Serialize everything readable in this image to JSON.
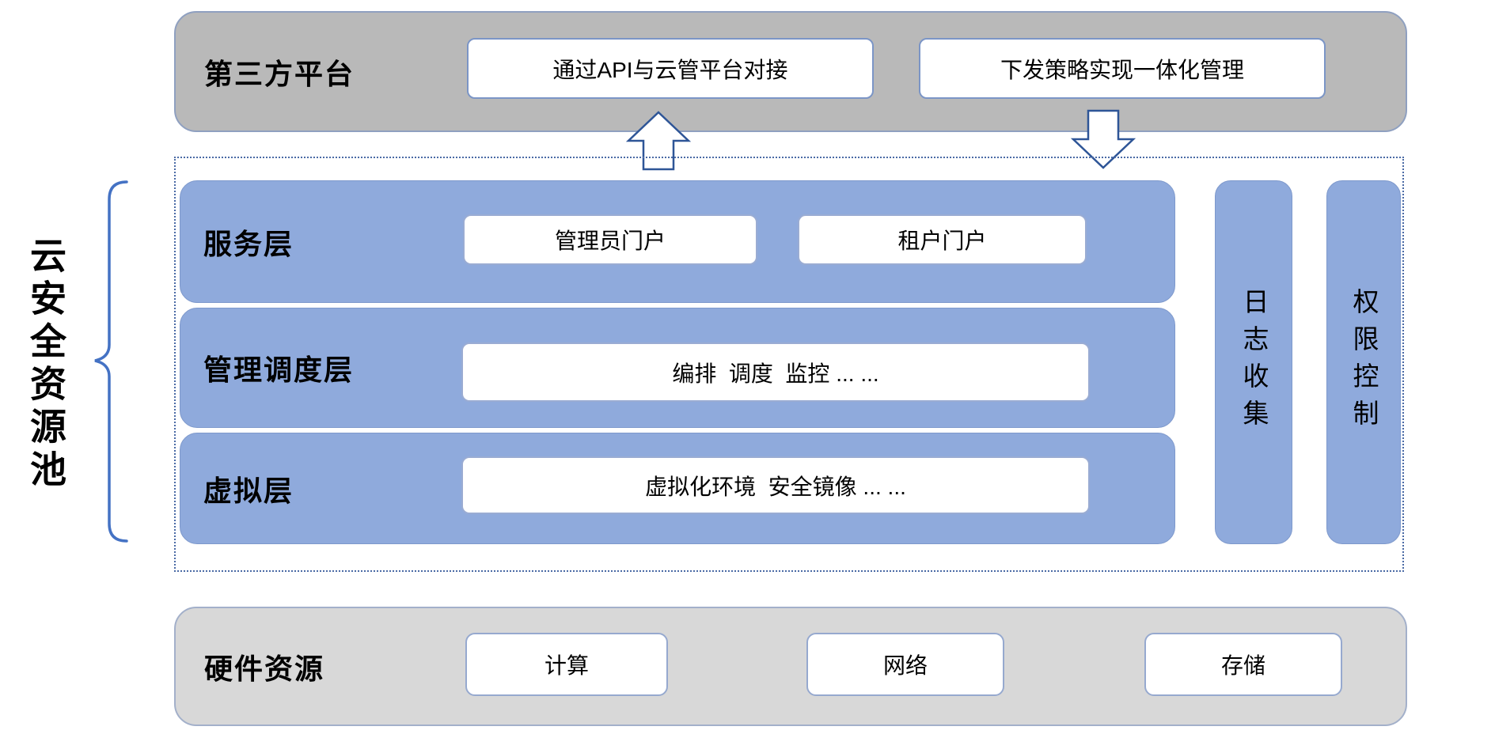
{
  "colors": {
    "layer_fill": "#8faadc",
    "layer_border": "#7e99cc",
    "top_gray_fill": "#b9b9b9",
    "bottom_gray_fill": "#d8d8d8",
    "white_box_border": "#7b95c6",
    "dotted_border": "#4a6aa5",
    "arrow_stroke": "#2e5597",
    "brace_color": "#4472c4",
    "text_color": "#000000"
  },
  "top_platform": {
    "label": "第三方平台",
    "api_box": "通过API与云管平台对接",
    "policy_box": "下发策略实现一体化管理"
  },
  "icons": {
    "up_arrow": "up-arrow",
    "down_arrow": "down-arrow",
    "brace": "left-curly-brace"
  },
  "pool": {
    "side_label": "云安全资源池",
    "layers": [
      {
        "label": "服务层",
        "boxes": [
          "管理员门户",
          "租户门户"
        ]
      },
      {
        "label": "管理调度层",
        "boxes": [
          "编排  调度  监控 ... ..."
        ]
      },
      {
        "label": "虚拟层",
        "boxes": [
          "虚拟化环境  安全镜像 ... ..."
        ]
      }
    ],
    "side_bars": [
      {
        "label": "日志收集"
      },
      {
        "label": "权限控制"
      }
    ]
  },
  "hardware": {
    "label": "硬件资源",
    "boxes": [
      "计算",
      "网络",
      "存储"
    ]
  }
}
